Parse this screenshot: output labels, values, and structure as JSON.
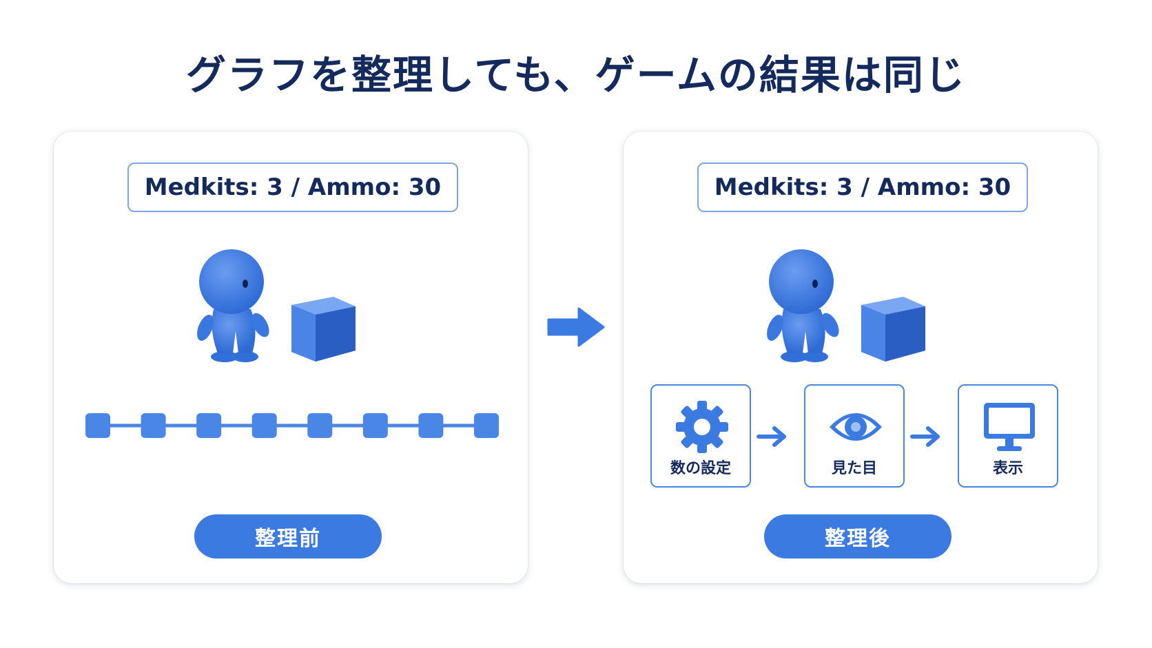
{
  "title": "グラフを整理しても、ゲームの結果は同じ",
  "colors": {
    "title": "#152a5c",
    "accent": "#3b7ae0",
    "character": "#3f7de3",
    "border": "#7fa3e6"
  },
  "left_panel": {
    "stats": "Medkits: 3 / Ammo: 30",
    "node_count": 8,
    "label": "整理前"
  },
  "right_panel": {
    "stats": "Medkits: 3 / Ammo: 30",
    "steps": [
      {
        "icon": "gear-icon",
        "label": "数の設定"
      },
      {
        "icon": "eye-icon",
        "label": "見た目"
      },
      {
        "icon": "monitor-icon",
        "label": "表示"
      }
    ],
    "label": "整理後"
  },
  "transition_icon": "arrow-right-icon"
}
